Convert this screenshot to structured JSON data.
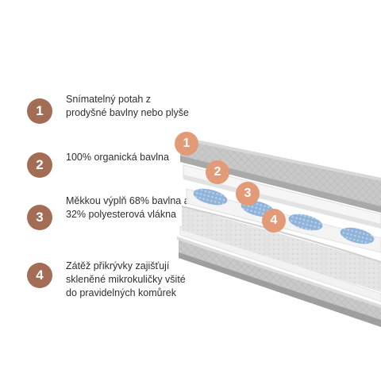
{
  "features": [
    {
      "number": "1",
      "text": "Snímatelný potah z prodyšné bavlny nebo plyše"
    },
    {
      "number": "2",
      "text": "100% organická bavlna"
    },
    {
      "number": "3",
      "text": "Měkkou výplň 68% bavlna a 32% polyesterová vlákna"
    },
    {
      "number": "4",
      "text": "Zátěž přikrývky zajišťují skleněné mikrokuličky všité do pravidelných komůrek"
    }
  ],
  "layer_markers": [
    "1",
    "2",
    "3",
    "4"
  ],
  "colors": {
    "badge": "#a36d55",
    "marker": "#e39a76",
    "text": "#2f2f2f",
    "cover": "#c9c9c9",
    "cotton": "#f4f4f4",
    "beads": "#8fb3d9",
    "fill": "#e2e2e2"
  }
}
